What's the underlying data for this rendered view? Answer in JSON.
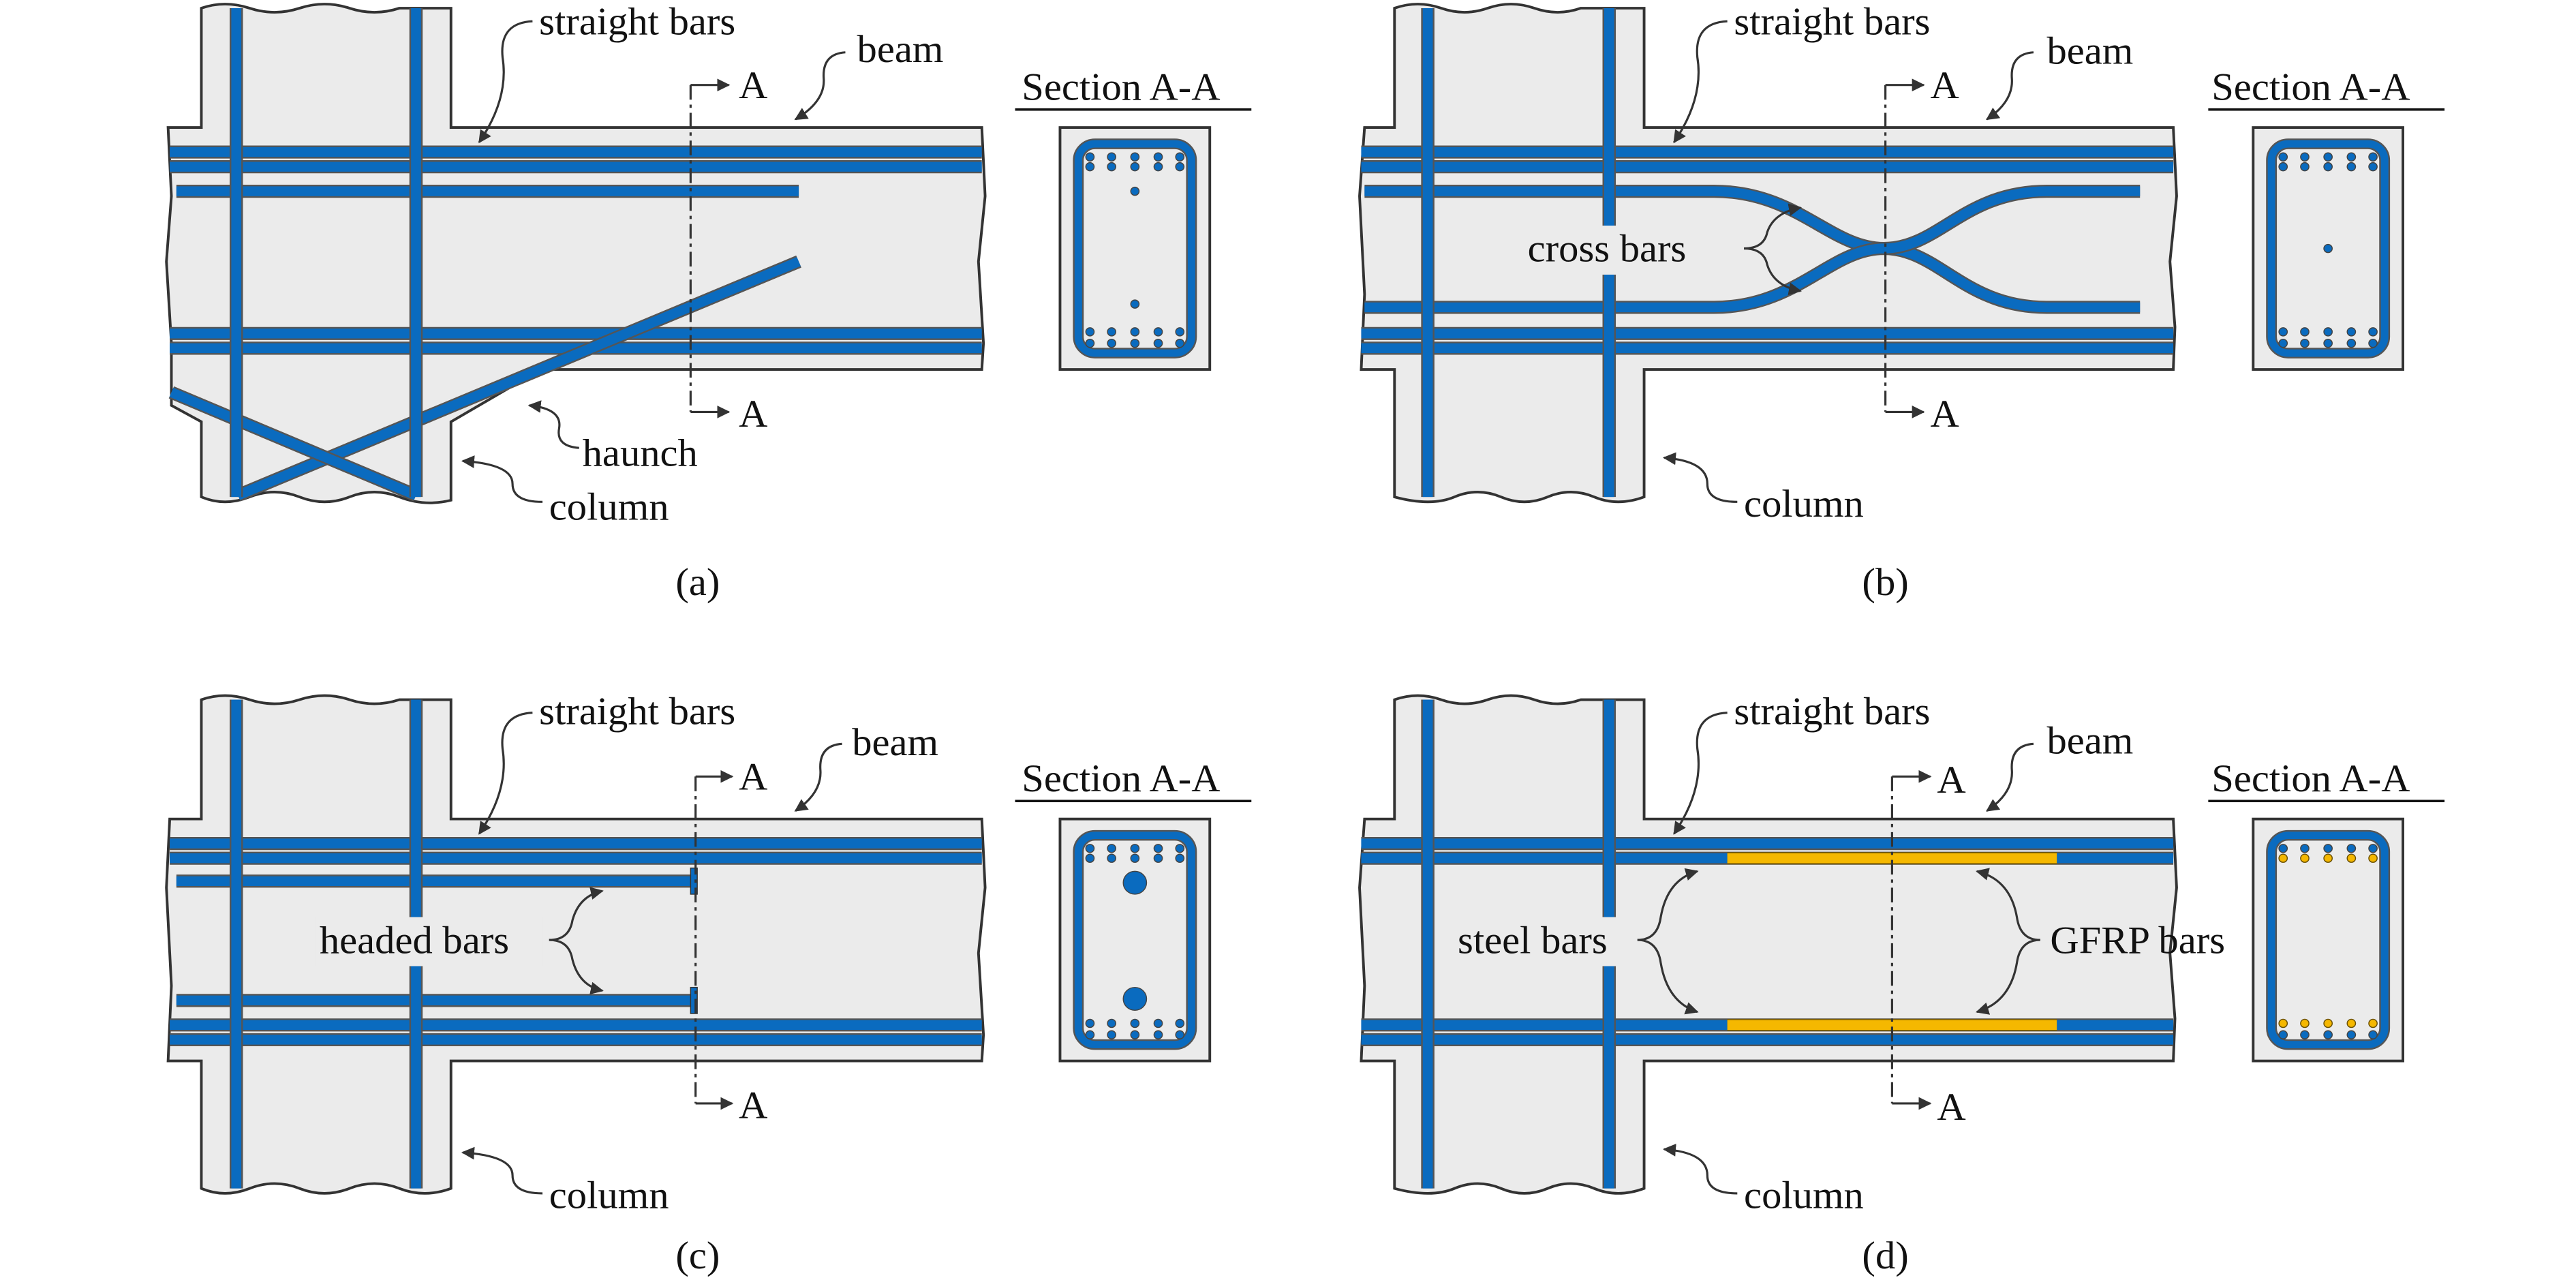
{
  "figure": {
    "colors": {
      "concrete": "#ebebeb",
      "steel_bar": "#0a6bbf",
      "gfrp_bar": "#f5b800",
      "outline": "#333333"
    },
    "panels": [
      {
        "id": "a",
        "caption": "(a)",
        "labels": {
          "straight_bars": "straight bars",
          "beam": "beam",
          "haunch": "haunch",
          "column": "column",
          "section_mark_top": "A",
          "section_mark_bottom": "A",
          "section_title": "Section A-A"
        }
      },
      {
        "id": "b",
        "caption": "(b)",
        "labels": {
          "straight_bars": "straight bars",
          "beam": "beam",
          "cross_bars": "cross bars",
          "column": "column",
          "section_mark_top": "A",
          "section_mark_bottom": "A",
          "section_title": "Section A-A"
        }
      },
      {
        "id": "c",
        "caption": "(c)",
        "labels": {
          "straight_bars": "straight bars",
          "beam": "beam",
          "headed_bars": "headed bars",
          "column": "column",
          "section_mark_top": "A",
          "section_mark_bottom": "A",
          "section_title": "Section A-A"
        }
      },
      {
        "id": "d",
        "caption": "(d)",
        "labels": {
          "straight_bars": "straight bars",
          "beam": "beam",
          "steel_bars": "steel bars",
          "gfrp_bars": "GFRP bars",
          "column": "column",
          "section_mark_top": "A",
          "section_mark_bottom": "A",
          "section_title": "Section A-A"
        }
      }
    ]
  }
}
